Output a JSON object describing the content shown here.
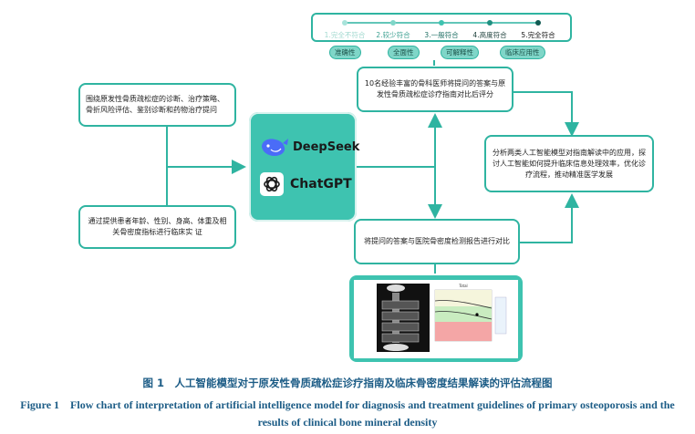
{
  "scale": {
    "items": [
      "1.完全不符合",
      "2.较少符合",
      "3.一般符合",
      "4.高度符合",
      "5.完全符合"
    ],
    "colors": [
      "#a8e3da",
      "#7fd6c8",
      "#3ec3b0",
      "#1f8f80",
      "#105a52"
    ]
  },
  "criteria": [
    "准确性",
    "全面性",
    "可解释性",
    "临床应用性"
  ],
  "boxes": {
    "evaluation": "10名经验丰富的骨科医师将提问的答案与原发性骨质疏松症诊疗指南对比后评分",
    "questions_guidelines": "围绕原发性骨质疏松症的诊断、治疗策略、骨折风险评估、鉴别诊断和药物治疗提问",
    "questions_patients": "通过提供患者年龄、性别、身高、体重及相关骨密度指标进行临床实 证",
    "analysis": "分析两类人工智能模型对指南解读中的应用，探讨人工智能如何提升临床信息处理效率，优化诊疗流程，推动精准医学发展",
    "comparison": "将提问的答案与医院骨密度检测报告进行对比"
  },
  "models": {
    "deepseek": "DeepSeek",
    "chatgpt": "ChatGPT"
  },
  "caption": {
    "cn": "图 1　人工智能模型对于原发性骨质疏松症诊疗指南及临床骨密度结果解读的评估流程图",
    "en": "Figure 1　Flow chart of interpretation of artificial intelligence model for diagnosis and treatment guidelines of primary osteoporosis and the results of clinical bone mineral density"
  },
  "report_chart_title": "Total"
}
